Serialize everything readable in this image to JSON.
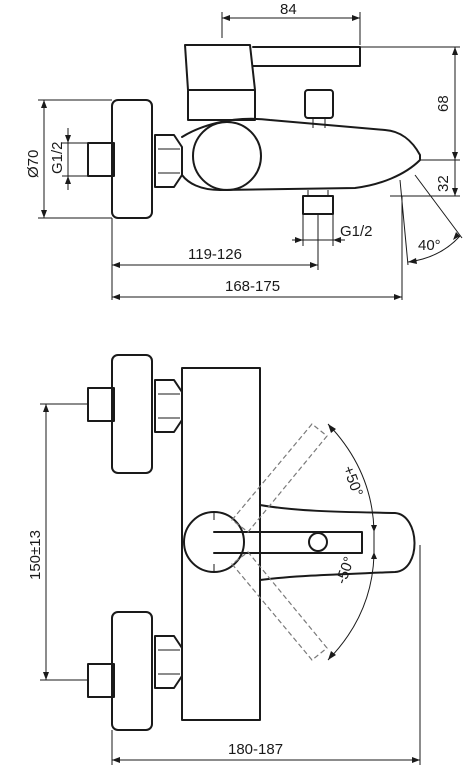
{
  "side_view": {
    "dims": {
      "width_84": "84",
      "height_68": "68",
      "height_32": "32",
      "diameter_70": "Ø70",
      "thread_inlet": "G1/2",
      "thread_outlet": "G1/2",
      "spout_angle": "40°",
      "range_119_126": "119-126",
      "range_168_175": "168-175"
    }
  },
  "top_view": {
    "dims": {
      "centers_150": "150±13",
      "rot_plus": "+50°",
      "rot_minus": "-50°",
      "range_180_187": "180-187"
    }
  }
}
